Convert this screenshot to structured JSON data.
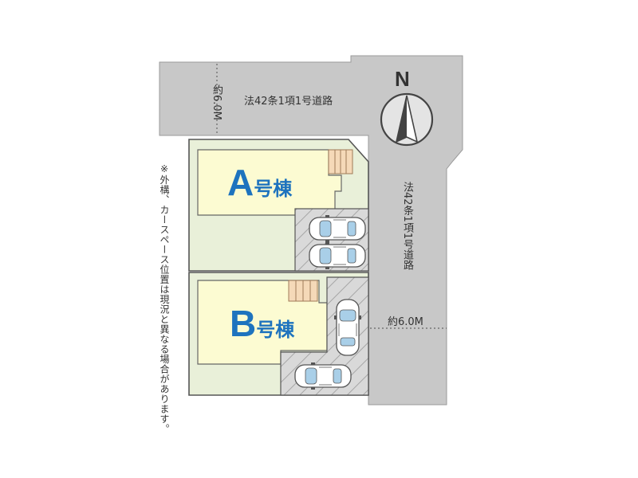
{
  "compass": {
    "north_label": "N"
  },
  "roads": {
    "top": {
      "name": "法42条1項1号道路",
      "width": "約6.0M"
    },
    "right": {
      "name": "法42条1項1号道路",
      "width": "約6.0M"
    }
  },
  "buildings": [
    {
      "letter": "A",
      "suffix": "号棟"
    },
    {
      "letter": "B",
      "suffix": "号棟"
    }
  ],
  "note": "※外構、カースペース位置は現況と異なる場合があります。",
  "colors": {
    "road": "#c8c8c8",
    "lot": "#e9f0d9",
    "building": "#fcfbd2",
    "building_accent": "#1e73be",
    "parking": "#d6d6d6",
    "stairs": "#f5d9b8"
  }
}
